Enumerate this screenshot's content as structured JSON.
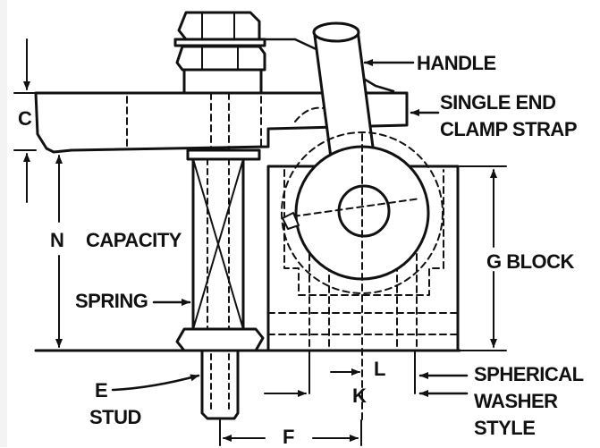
{
  "colors": {
    "ink": "#111111",
    "paper": "#ffffff",
    "edge": "#f3f3f3"
  },
  "labels": {
    "handle": "HANDLE",
    "single_end": "SINGLE END",
    "clamp_strap": "CLAMP STRAP",
    "c": "C",
    "n": "N",
    "capacity": "CAPACITY",
    "g_block": "G BLOCK",
    "spring": "SPRING",
    "e": "E",
    "stud": "STUD",
    "l": "L",
    "k": "K",
    "f": "F",
    "spherical": "SPHERICAL",
    "washer": "WASHER",
    "style": "STYLE"
  }
}
